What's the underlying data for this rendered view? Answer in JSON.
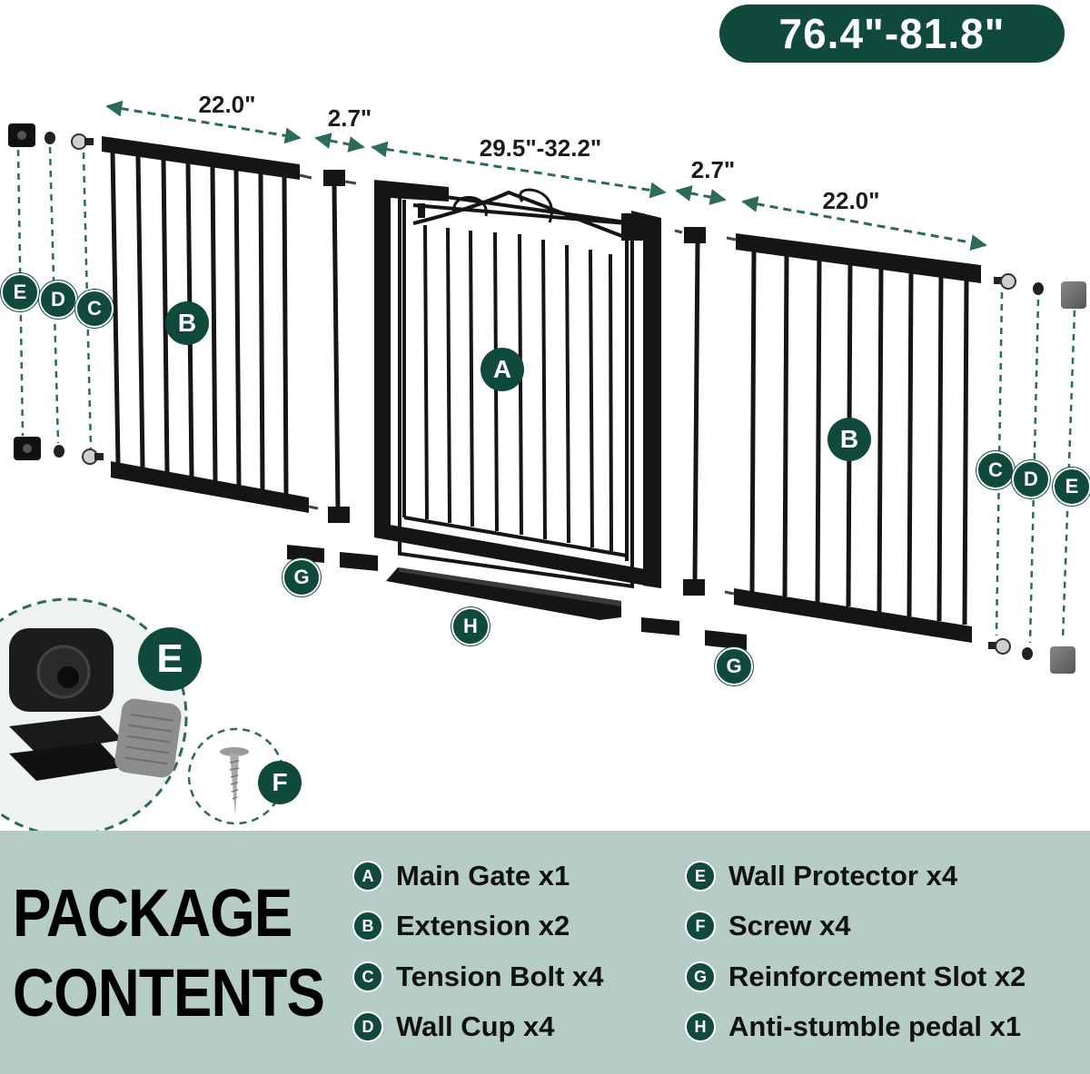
{
  "total_width_label": "76.4\"-81.8\"",
  "dimensions": [
    {
      "id": "left-extension",
      "label": "22.0\""
    },
    {
      "id": "left-spacer",
      "label": "2.7\""
    },
    {
      "id": "main-gate",
      "label": "29.5\"-32.2\""
    },
    {
      "id": "right-spacer",
      "label": "2.7\""
    },
    {
      "id": "right-extension",
      "label": "22.0\""
    }
  ],
  "part_badges": {
    "a": "A",
    "b": "B",
    "c": "C",
    "d": "D",
    "e": "E",
    "f": "F",
    "g": "G",
    "h": "H"
  },
  "package_title_line1": "PACKAGE",
  "package_title_line2": "CONTENTS",
  "contents": [
    {
      "letter": "A",
      "label": "Main Gate x1"
    },
    {
      "letter": "B",
      "label": "Extension x2"
    },
    {
      "letter": "C",
      "label": "Tension Bolt x4"
    },
    {
      "letter": "D",
      "label": "Wall Cup x4"
    },
    {
      "letter": "E",
      "label": "Wall Protector x4"
    },
    {
      "letter": "F",
      "label": "Screw x4"
    },
    {
      "letter": "G",
      "label": "Reinforcement Slot x2"
    },
    {
      "letter": "H",
      "label": "Anti-stumble pedal x1"
    }
  ],
  "colors": {
    "accent": "#0f4a3c",
    "panel_bg": "#b6ccc6",
    "frame": "#151515",
    "dashed": "#2d6a5c"
  }
}
